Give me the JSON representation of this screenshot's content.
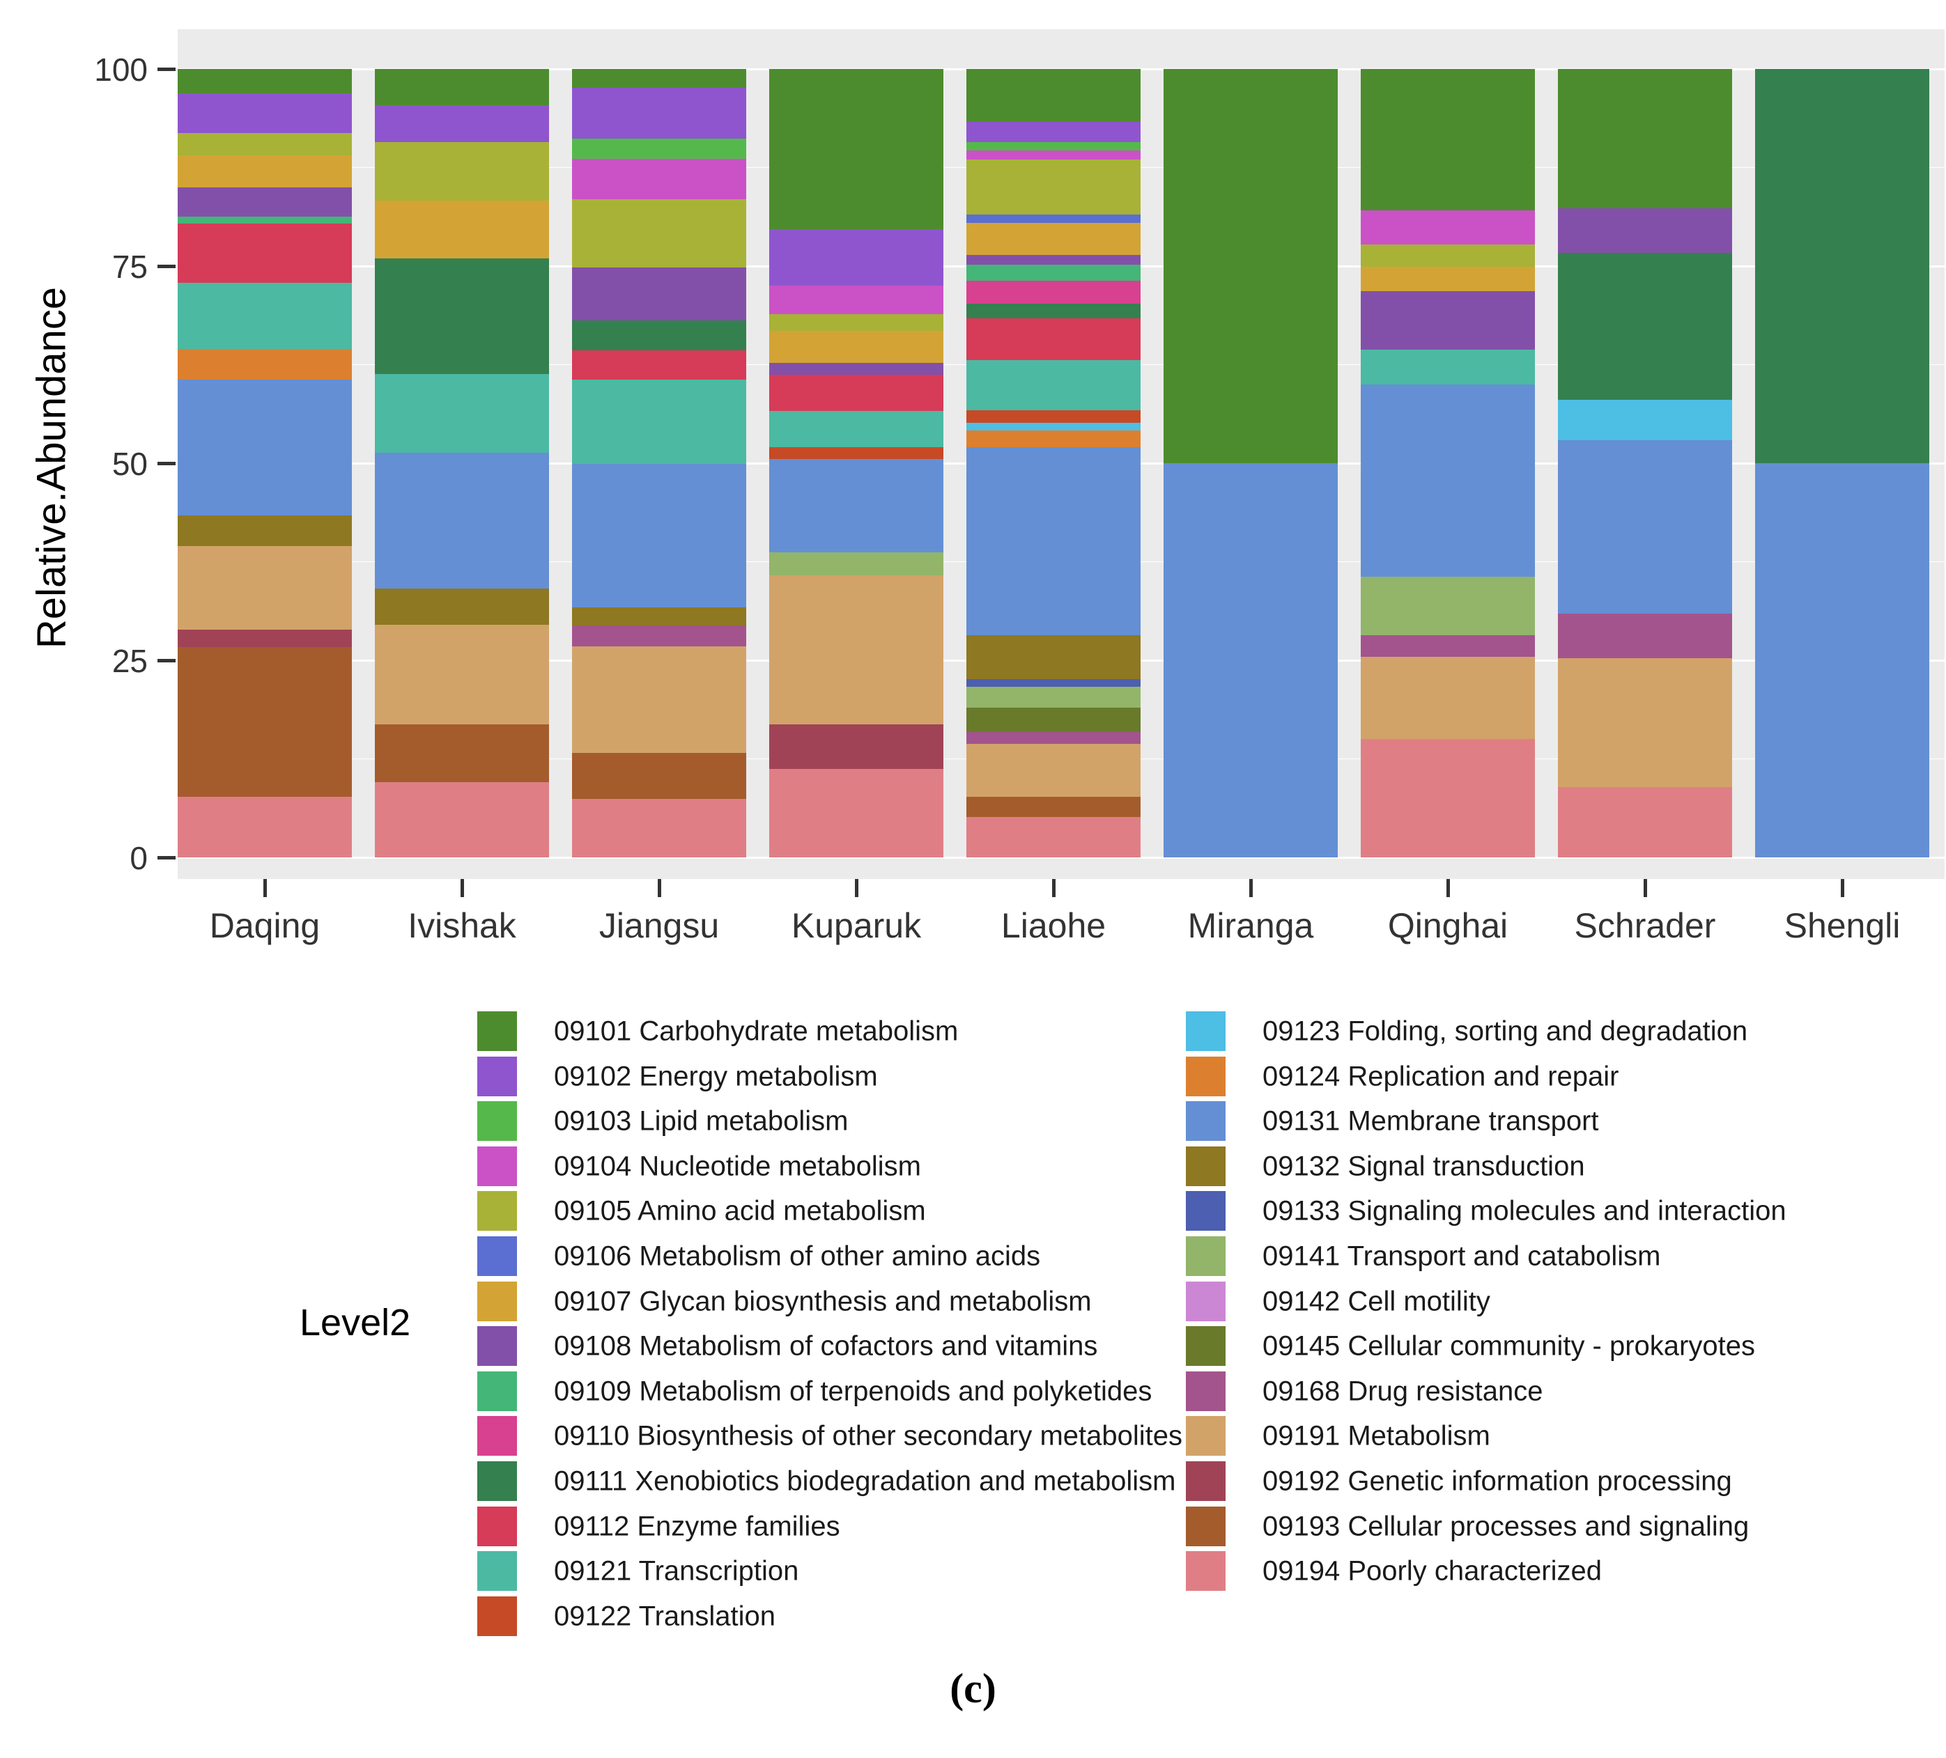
{
  "caption": "(c)",
  "chart_data": {
    "type": "bar",
    "stacked": true,
    "ylabel": "Relative.Abundance",
    "legend_title": "Level2",
    "ylim": [
      0,
      100
    ],
    "ytick_values": [
      100,
      75,
      50,
      25,
      0
    ],
    "ytick_labels": [
      "100",
      "75",
      "50",
      "25",
      "0"
    ],
    "minor_grid_values": [
      12.5,
      37.5,
      62.5,
      87.5
    ],
    "grid": "on",
    "legend_position": "bottom",
    "panel_background": "#ebebeb",
    "gridline_color": "#ffffff",
    "axis_text_color": "#333333",
    "categories": [
      "Daqing",
      "Ivishak",
      "Jiangsu",
      "Kuparuk",
      "Liaohe",
      "Miranga",
      "Qinghai",
      "Schrader",
      "Shengli"
    ],
    "levels": [
      {
        "id": "09101",
        "label": "09101 Carbohydrate metabolism",
        "color": "#4d8c2e"
      },
      {
        "id": "09102",
        "label": "09102 Energy metabolism",
        "color": "#8f55cf"
      },
      {
        "id": "09103",
        "label": "09103 Lipid metabolism",
        "color": "#54b94a"
      },
      {
        "id": "09104",
        "label": "09104 Nucleotide metabolism",
        "color": "#ca52c6"
      },
      {
        "id": "09105",
        "label": "09105 Amino acid metabolism",
        "color": "#a8b237"
      },
      {
        "id": "09106",
        "label": "09106 Metabolism of other amino acids",
        "color": "#5a6fd1"
      },
      {
        "id": "09107",
        "label": "09107 Glycan biosynthesis and metabolism",
        "color": "#d3a435"
      },
      {
        "id": "09108",
        "label": "09108 Metabolism of cofactors and vitamins",
        "color": "#8350a9"
      },
      {
        "id": "09109",
        "label": "09109 Metabolism of terpenoids and polyketides",
        "color": "#44b677"
      },
      {
        "id": "09110",
        "label": "09110 Biosynthesis of other secondary metabolites",
        "color": "#d8418f"
      },
      {
        "id": "09111",
        "label": "09111 Xenobiotics biodegradation and metabolism",
        "color": "#35804f"
      },
      {
        "id": "09112",
        "label": "09112 Enzyme families",
        "color": "#d63b58"
      },
      {
        "id": "09121",
        "label": "09121 Transcription",
        "color": "#4cb9a3"
      },
      {
        "id": "09122",
        "label": "09122 Translation",
        "color": "#c64a26"
      },
      {
        "id": "09123",
        "label": "09123 Folding, sorting and degradation",
        "color": "#4dbee4"
      },
      {
        "id": "09124",
        "label": "09124 Replication and repair",
        "color": "#dc8030"
      },
      {
        "id": "09131",
        "label": "09131 Membrane transport",
        "color": "#648fd4"
      },
      {
        "id": "09132",
        "label": "09132 Signal transduction",
        "color": "#8e7821"
      },
      {
        "id": "09133",
        "label": "09133 Signaling molecules and interaction",
        "color": "#4c5fb0"
      },
      {
        "id": "09141",
        "label": "09141 Transport and catabolism",
        "color": "#92b56a"
      },
      {
        "id": "09142",
        "label": "09142 Cell motility",
        "color": "#cb87d4"
      },
      {
        "id": "09145",
        "label": "09145 Cellular community - prokaryotes",
        "color": "#697a2b"
      },
      {
        "id": "09168",
        "label": "09168 Drug resistance",
        "color": "#a3548d"
      },
      {
        "id": "09191",
        "label": "09191 Metabolism",
        "color": "#d2a369"
      },
      {
        "id": "09192",
        "label": "09192 Genetic information processing",
        "color": "#a14356"
      },
      {
        "id": "09193",
        "label": "09193 Cellular processes and signaling",
        "color": "#a45c2d"
      },
      {
        "id": "09194",
        "label": "09194 Poorly characterized",
        "color": "#df7f85"
      }
    ],
    "legend_columns": {
      "left_count": 14,
      "right_count": 13
    },
    "series": [
      {
        "name": "09101",
        "values": [
          3.1,
          4.6,
          2.4,
          20.3,
          6.7,
          50.0,
          17.9,
          17.7,
          0
        ]
      },
      {
        "name": "09102",
        "values": [
          5.0,
          4.7,
          6.4,
          7.2,
          2.6,
          0,
          0,
          0,
          0
        ]
      },
      {
        "name": "09103",
        "values": [
          0,
          0,
          2.6,
          0,
          1.0,
          0,
          0,
          0,
          0
        ]
      },
      {
        "name": "09104",
        "values": [
          0,
          0,
          5.1,
          3.6,
          1.2,
          0,
          4.4,
          0,
          0
        ]
      },
      {
        "name": "09105",
        "values": [
          2.9,
          7.4,
          8.7,
          2.1,
          7.0,
          0,
          2.8,
          0,
          0
        ]
      },
      {
        "name": "09106",
        "values": [
          0,
          0,
          0,
          0,
          1.0,
          0,
          0,
          0,
          0
        ]
      },
      {
        "name": "09107",
        "values": [
          4.0,
          7.3,
          0,
          4.1,
          4.1,
          0,
          3.1,
          0,
          0
        ]
      },
      {
        "name": "09108",
        "values": [
          3.7,
          0,
          6.7,
          1.5,
          1.2,
          0,
          7.4,
          5.6,
          0
        ]
      },
      {
        "name": "09109",
        "values": [
          0.9,
          0,
          0,
          0,
          2.1,
          0,
          0,
          0,
          0
        ]
      },
      {
        "name": "09110",
        "values": [
          0,
          0,
          0,
          0,
          2.9,
          0,
          0,
          0,
          0
        ]
      },
      {
        "name": "09111",
        "values": [
          0,
          14.7,
          3.8,
          0,
          1.8,
          0,
          0,
          18.7,
          50.0
        ]
      },
      {
        "name": "09112",
        "values": [
          7.5,
          0,
          3.7,
          4.6,
          5.3,
          0,
          0,
          0,
          0
        ]
      },
      {
        "name": "09121",
        "values": [
          8.4,
          10.0,
          10.7,
          4.6,
          6.4,
          0,
          4.4,
          0,
          0
        ]
      },
      {
        "name": "09122",
        "values": [
          0,
          0,
          0,
          1.5,
          1.6,
          0,
          0,
          0,
          0
        ]
      },
      {
        "name": "09123",
        "values": [
          0,
          0,
          0,
          0,
          1.0,
          0,
          0,
          5.1,
          0
        ]
      },
      {
        "name": "09124",
        "values": [
          3.9,
          0,
          0,
          0,
          2.1,
          0,
          0,
          0,
          0
        ]
      },
      {
        "name": "09131",
        "values": [
          17.2,
          17.2,
          18.2,
          11.8,
          23.8,
          50.0,
          24.4,
          22.0,
          50.0
        ]
      },
      {
        "name": "09132",
        "values": [
          3.9,
          4.6,
          2.3,
          0,
          5.6,
          0,
          0,
          0,
          0
        ]
      },
      {
        "name": "09133",
        "values": [
          0,
          0,
          0,
          0,
          1.0,
          0,
          0,
          0,
          0
        ]
      },
      {
        "name": "09141",
        "values": [
          0,
          0,
          0,
          2.9,
          2.6,
          0,
          7.4,
          0,
          0
        ]
      },
      {
        "name": "09142",
        "values": [
          0,
          0,
          0,
          0,
          0,
          0,
          0,
          0,
          0
        ]
      },
      {
        "name": "09145",
        "values": [
          0,
          0,
          0,
          0,
          3.1,
          0,
          0,
          0,
          0
        ]
      },
      {
        "name": "09168",
        "values": [
          0,
          0,
          2.6,
          0,
          1.5,
          0,
          2.8,
          5.6,
          0
        ]
      },
      {
        "name": "09191",
        "values": [
          10.6,
          12.6,
          13.6,
          18.9,
          6.7,
          0,
          10.4,
          16.4,
          0
        ]
      },
      {
        "name": "09192",
        "values": [
          2.2,
          0,
          0,
          5.7,
          0,
          0,
          0,
          0,
          0
        ]
      },
      {
        "name": "09193",
        "values": [
          19.0,
          7.4,
          5.8,
          0,
          2.6,
          0,
          0,
          0,
          0
        ]
      },
      {
        "name": "09194",
        "values": [
          7.7,
          9.5,
          7.4,
          11.2,
          5.1,
          0,
          15.0,
          8.9,
          0
        ]
      }
    ]
  }
}
